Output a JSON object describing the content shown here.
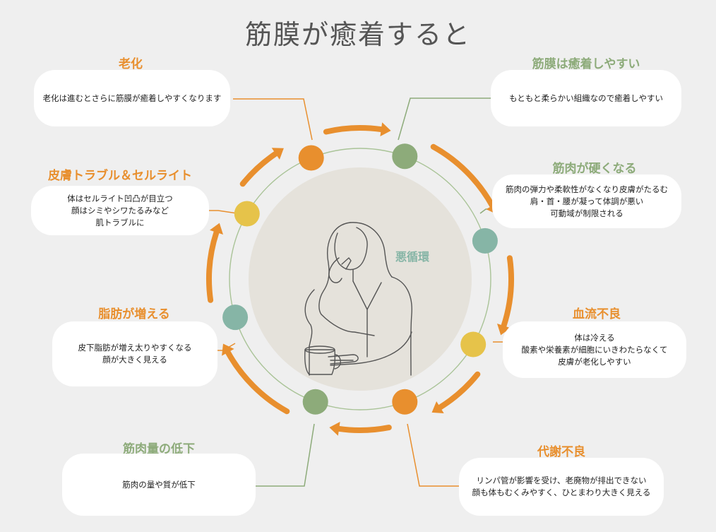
{
  "title": "筋膜が癒着すると",
  "center_label": "悪循環",
  "colors": {
    "orange": "#e88f2e",
    "green": "#8dab7a",
    "teal": "#86b5a6",
    "yellow": "#e6c34a",
    "center_bg": "#e5e2db",
    "ring": "#a9c397",
    "background": "#efefef"
  },
  "steps": [
    {
      "heading": "老化",
      "lines": [
        "老化は進むとさらに筋膜が癒着しやすくなります"
      ]
    },
    {
      "heading": "筋膜は癒着しやすい",
      "lines": [
        "もともと柔らかい組織なので癒着しやすい"
      ]
    },
    {
      "heading": "筋肉が硬くなる",
      "lines": [
        "筋肉の弾力や柔軟性がなくなり皮膚がたるむ",
        "肩・首・腰が凝って体調が悪い",
        "可動域が制限される"
      ]
    },
    {
      "heading": "血流不良",
      "lines": [
        "体は冷える",
        "酸素や栄養素が細胞にいきわたらなくて",
        "皮膚が老化しやすい"
      ]
    },
    {
      "heading": "代謝不良",
      "lines": [
        "リンパ管が影響を受け、老廃物が排出できない",
        "顔も体もむくみやすく、ひとまわり大きく見える"
      ]
    },
    {
      "heading": "筋肉量の低下",
      "lines": [
        "筋肉の量や質が低下"
      ]
    },
    {
      "heading": "脂肪が増える",
      "lines": [
        "皮下脂肪が増え太りやすくなる",
        "顔が大きく見える"
      ]
    },
    {
      "heading": "皮膚トラブル＆セルライト",
      "lines": [
        "体はセルライト凹凸が目立つ",
        "顔はシミやシワたるみなど",
        "肌トラブルに"
      ]
    }
  ],
  "icons": {
    "person": "thinking-woman-illustration",
    "arrow": "clockwise-arrow-icon"
  }
}
